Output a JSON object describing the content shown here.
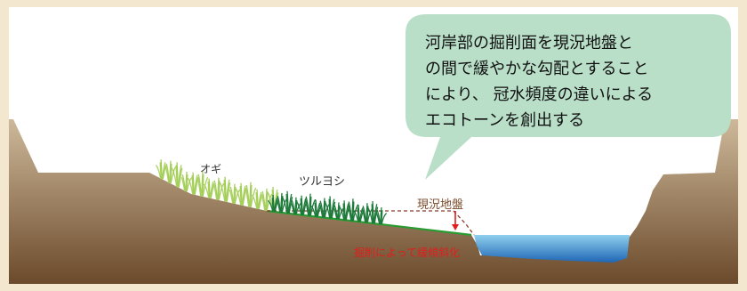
{
  "callout": {
    "lines": [
      "河岸部の掘削面を現況地盤と",
      "の間で緩やかな勾配とすること",
      "により、 冠水頻度の違いによる",
      "エコトーンを創出する"
    ]
  },
  "labels": {
    "ogi": "オギ",
    "tsuruyoshi": "ツルヨシ",
    "current_ground": "現況地盤",
    "excavation": "掘削によって緩傾斜化"
  },
  "colors": {
    "frame": "#f3e7cf",
    "ground_top": "#cdb99a",
    "ground_bottom": "#6b4a2b",
    "water_top": "#8fd0ee",
    "water_bottom": "#1f66b5",
    "bubble": "#b9dfc8",
    "grass_light": "#a5cf5a",
    "grass_dark": "#1d7a3a",
    "excavated_line": "#2a9a32",
    "arrow": "#e11d1d"
  }
}
